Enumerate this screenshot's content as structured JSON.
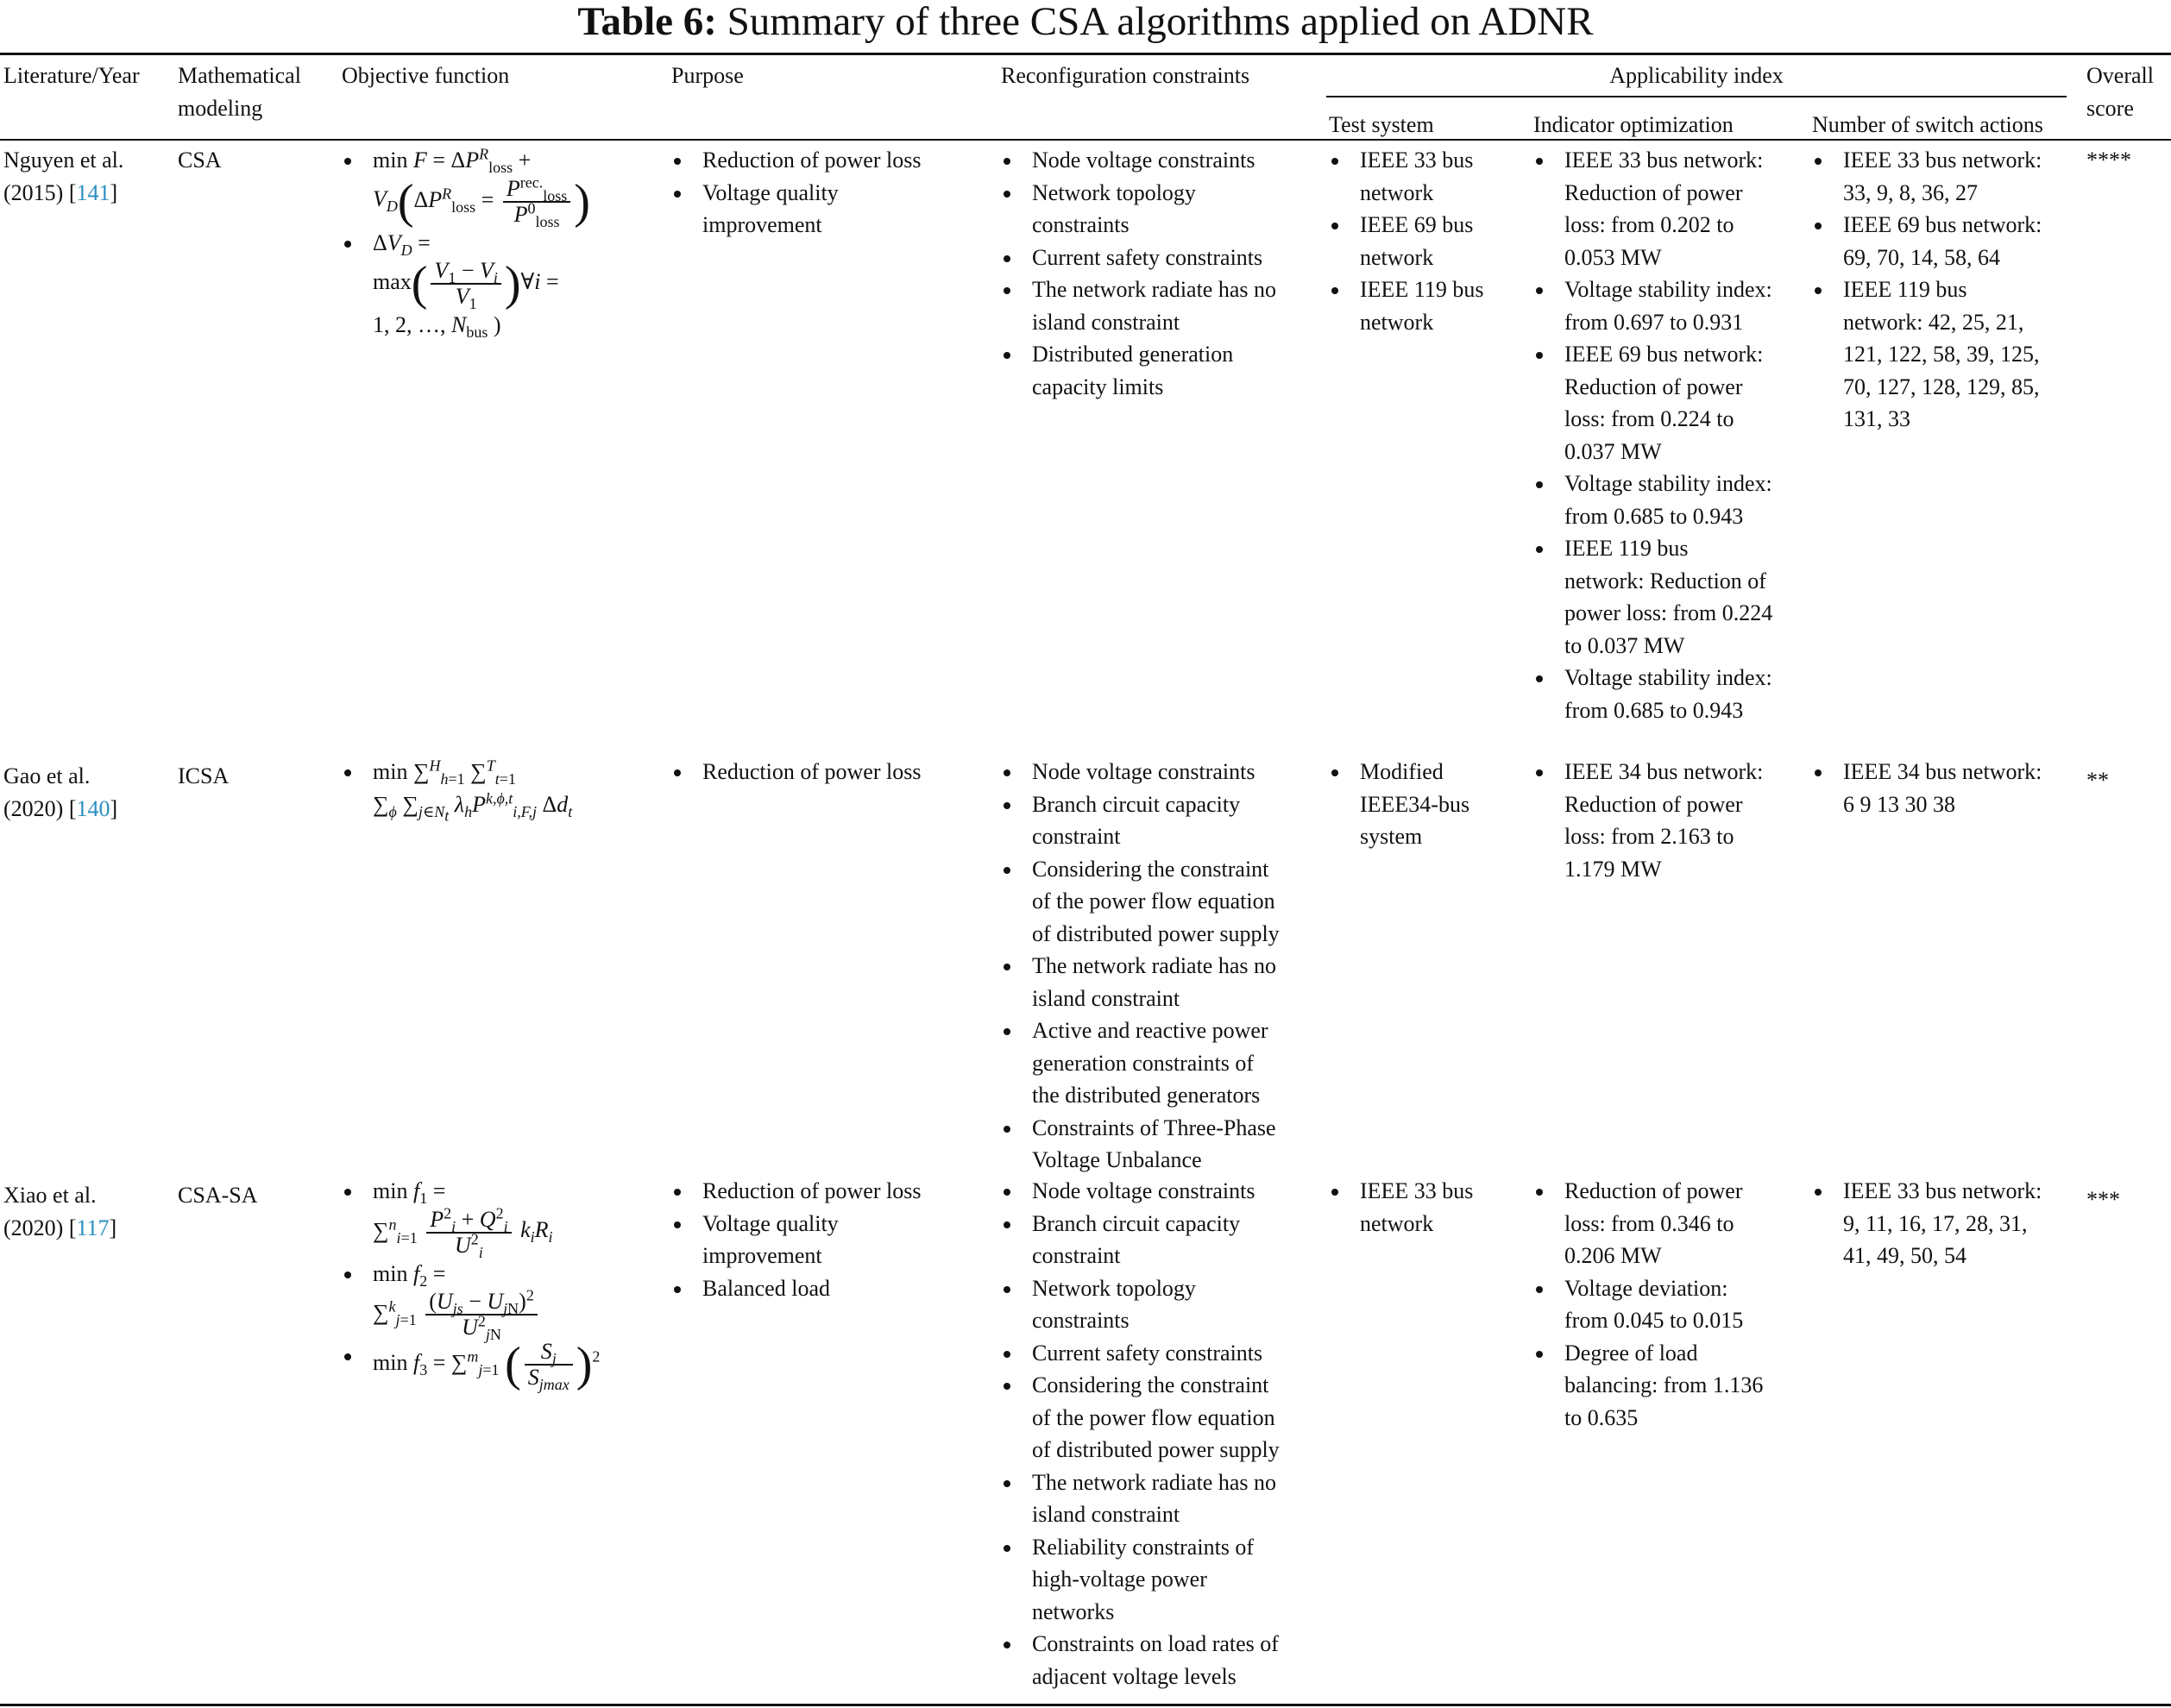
{
  "caption": {
    "label": "Table 6:",
    "text": "Summary of three CSA algorithms applied on ADNR"
  },
  "headers": {
    "literature": "Literature/Year",
    "modeling_line1": "Mathematical",
    "modeling_line2": "modeling",
    "objective": "Objective function",
    "purpose": "Purpose",
    "constraints": "Reconfiguration constraints",
    "applicability": "Applicability index",
    "test_system": "Test system",
    "indicator": "Indicator optimization",
    "switch_actions": "Number of switch actions",
    "score_line1": "Overall",
    "score_line2": "score"
  },
  "rows": [
    {
      "lit_line1": "Nguyen et al.",
      "lit_line2": "(2015) [",
      "ref": "141",
      "lit_close": "]",
      "model": "CSA",
      "purpose": [
        "Reduction of power loss",
        "Voltage quality",
        "improvement"
      ],
      "constraints": [
        "Node voltage constraints",
        "Network topology",
        "constraints",
        "Current safety constraints",
        "The network radiate has no",
        "island constraint",
        "Distributed generation",
        "capacity limits"
      ],
      "test": [
        "IEEE 33 bus",
        "network",
        "IEEE 69 bus",
        "network",
        "IEEE 119 bus",
        "network"
      ],
      "indicator": [
        "IEEE 33 bus network:",
        "Reduction of power",
        "loss: from 0.202 to",
        "0.053 MW",
        "Voltage stability index:",
        "from 0.697 to 0.931",
        "IEEE 69 bus network:",
        "Reduction of power",
        "loss: from 0.224 to",
        "0.037 MW",
        "Voltage stability index:",
        "from 0.685 to 0.943",
        "IEEE 119 bus",
        "network: Reduction of",
        "power loss: from 0.224",
        "to 0.037 MW",
        "Voltage stability index:",
        "from 0.685 to 0.943"
      ],
      "switches": [
        "IEEE 33 bus network:",
        "33, 9, 8, 36, 27",
        "IEEE 69 bus network:",
        "69, 70, 14, 58, 64",
        "IEEE 119 bus",
        "network: 42, 25, 21,",
        "121, 122, 58, 39, 125,",
        "70, 127, 128, 129, 85,",
        "131, 33"
      ],
      "score": "****"
    },
    {
      "lit_line1": "Gao et al.",
      "lit_line2": "(2020) [",
      "ref": "140",
      "lit_close": "]",
      "model": "ICSA",
      "purpose": [
        "Reduction of power loss"
      ],
      "constraints": [
        "Node voltage constraints",
        "Branch circuit capacity",
        "constraint",
        "Considering the constraint",
        "of the power flow equation",
        "of distributed power supply",
        "The network radiate has no",
        "island constraint",
        "Active and reactive power",
        "generation constraints of",
        "the distributed generators",
        "Constraints of Three-Phase",
        "Voltage Unbalance"
      ],
      "test": [
        "Modified",
        "IEEE34-bus",
        "system"
      ],
      "indicator": [
        "IEEE 34 bus network:",
        "Reduction of power",
        "loss: from 2.163 to",
        "1.179 MW"
      ],
      "switches": [
        "IEEE 34 bus network:",
        "6 9 13 30 38"
      ],
      "score": "**"
    },
    {
      "lit_line1": "Xiao et al.",
      "lit_line2": "(2020) [",
      "ref": "117",
      "lit_close": "]",
      "model": "CSA-SA",
      "purpose": [
        "Reduction of power loss",
        "Voltage quality",
        "improvement",
        "Balanced load"
      ],
      "constraints": [
        "Node voltage constraints",
        "Branch circuit capacity",
        "constraint",
        "Network topology",
        "constraints",
        "Current safety constraints",
        "Considering the constraint",
        "of the power flow equation",
        "of distributed power supply",
        "The network radiate has no",
        "island constraint",
        "Reliability constraints of",
        "high-voltage power",
        "networks",
        "Constraints on load rates of",
        "adjacent voltage levels"
      ],
      "test": [
        "IEEE 33 bus",
        "network"
      ],
      "indicator": [
        "Reduction of power",
        "loss: from 0.346 to",
        "0.206 MW",
        "Voltage deviation:",
        "from 0.045 to 0.015",
        "Degree of load",
        "balancing: from 1.136",
        "to 0.635"
      ],
      "switches": [
        "IEEE 33 bus network:",
        "9, 11, 16, 17, 28, 31,",
        "41, 49, 50, 54"
      ],
      "score": "***"
    }
  ]
}
